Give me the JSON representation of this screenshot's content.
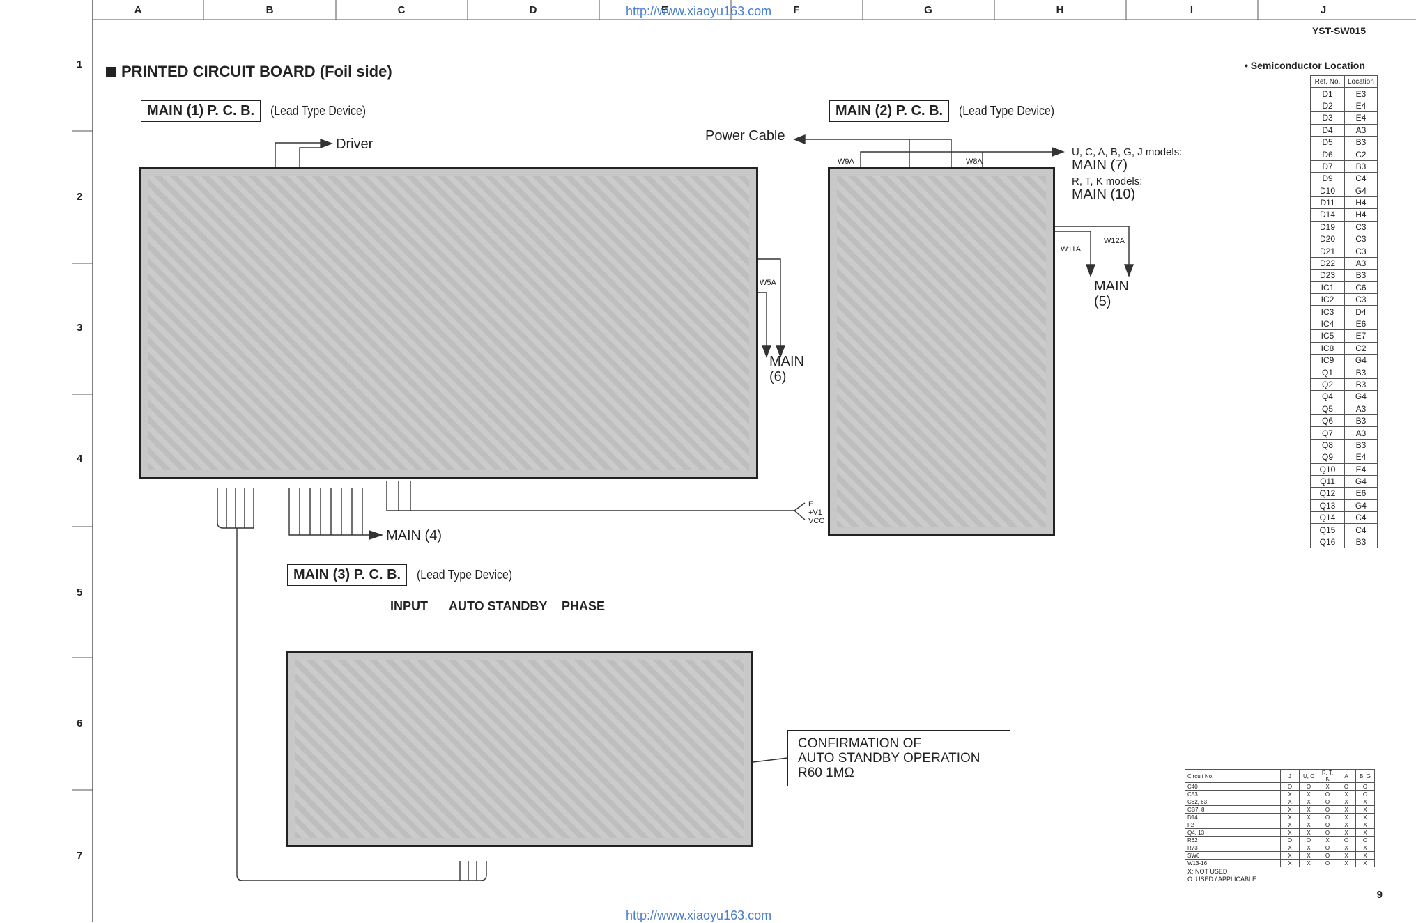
{
  "header": {
    "columns": [
      "A",
      "B",
      "C",
      "D",
      "E",
      "F",
      "G",
      "H",
      "I",
      "J"
    ],
    "rows": [
      "1",
      "2",
      "3",
      "4",
      "5",
      "6",
      "7"
    ],
    "model": "YST-SW015",
    "page_number": "9",
    "url_top": "http://www.xiaoyu163.com",
    "url_bottom": "http://www.xiaoyu163.com"
  },
  "title": "PRINTED CIRCUIT BOARD (Foil side)",
  "boards": {
    "main1": {
      "name": "MAIN (1) P. C. B.",
      "sub": "(Lead Type Device)"
    },
    "main2": {
      "name": "MAIN (2) P. C. B.",
      "sub": "(Lead Type Device)"
    },
    "main3": {
      "name": "MAIN (3) P. C. B.",
      "sub": "(Lead Type Device)"
    }
  },
  "labels": {
    "driver": "Driver",
    "power_cable": "Power Cable",
    "models_ucabgj": "U, C, A, B, G, J models:",
    "main7": "MAIN (7)",
    "models_rtk": "R, T, K models:",
    "main10": "MAIN (10)",
    "main5_a": "MAIN",
    "main5_b": "(5)",
    "main6_a": "MAIN",
    "main6_b": "(6)",
    "main4": "MAIN (4)",
    "input": "INPUT",
    "auto_standby": "AUTO STANDBY",
    "phase": "PHASE",
    "w9a": "W9A",
    "w8a": "W8A",
    "w5a": "W5A",
    "w11a": "W11A",
    "w12a": "W12A",
    "e": "E",
    "v1": "+V1",
    "vcc": "VCC"
  },
  "note": {
    "line1": "CONFIRMATION OF",
    "line2": "AUTO STANDBY OPERATION",
    "line3": "R60 1MΩ"
  },
  "semiconductor": {
    "title": "• Semiconductor Location",
    "headers": [
      "Ref. No.",
      "Location"
    ],
    "rows": [
      [
        "D1",
        "E3"
      ],
      [
        "D2",
        "E4"
      ],
      [
        "D3",
        "E4"
      ],
      [
        "D4",
        "A3"
      ],
      [
        "D5",
        "B3"
      ],
      [
        "D6",
        "C2"
      ],
      [
        "D7",
        "B3"
      ],
      [
        "D9",
        "C4"
      ],
      [
        "D10",
        "G4"
      ],
      [
        "D11",
        "H4"
      ],
      [
        "D14",
        "H4"
      ],
      [
        "D19",
        "C3"
      ],
      [
        "D20",
        "C3"
      ],
      [
        "D21",
        "C3"
      ],
      [
        "D22",
        "A3"
      ],
      [
        "D23",
        "B3"
      ],
      [
        "IC1",
        "C6"
      ],
      [
        "IC2",
        "C3"
      ],
      [
        "IC3",
        "D4"
      ],
      [
        "IC4",
        "E6"
      ],
      [
        "IC5",
        "E7"
      ],
      [
        "IC8",
        "C2"
      ],
      [
        "IC9",
        "G4"
      ],
      [
        "Q1",
        "B3"
      ],
      [
        "Q2",
        "B3"
      ],
      [
        "Q4",
        "G4"
      ],
      [
        "Q5",
        "A3"
      ],
      [
        "Q6",
        "B3"
      ],
      [
        "Q7",
        "A3"
      ],
      [
        "Q8",
        "B3"
      ],
      [
        "Q9",
        "E4"
      ],
      [
        "Q10",
        "E4"
      ],
      [
        "Q11",
        "G4"
      ],
      [
        "Q12",
        "E6"
      ],
      [
        "Q13",
        "G4"
      ],
      [
        "Q14",
        "C4"
      ],
      [
        "Q15",
        "C4"
      ],
      [
        "Q16",
        "B3"
      ]
    ]
  },
  "circuit_table": {
    "headers": [
      "Circuit No.",
      "J",
      "U, C",
      "R, T, K",
      "A",
      "B, G"
    ],
    "rows": [
      [
        "C40",
        "O",
        "O",
        "X",
        "O",
        "O"
      ],
      [
        "C53",
        "X",
        "X",
        "O",
        "X",
        "O"
      ],
      [
        "C62, 63",
        "X",
        "X",
        "O",
        "X",
        "X"
      ],
      [
        "CB7, 8",
        "X",
        "X",
        "O",
        "X",
        "X"
      ],
      [
        "D14",
        "X",
        "X",
        "O",
        "X",
        "X"
      ],
      [
        "F2",
        "X",
        "X",
        "O",
        "X",
        "X"
      ],
      [
        "Q4, 13",
        "X",
        "X",
        "O",
        "X",
        "X"
      ],
      [
        "R62",
        "O",
        "O",
        "X",
        "O",
        "O"
      ],
      [
        "R73",
        "X",
        "X",
        "O",
        "X",
        "X"
      ],
      [
        "SW6",
        "X",
        "X",
        "O",
        "X",
        "X"
      ],
      [
        "W13-16",
        "X",
        "X",
        "O",
        "X",
        "X"
      ]
    ],
    "legend_x": "X: NOT USED",
    "legend_o": "O: USED / APPLICABLE"
  }
}
